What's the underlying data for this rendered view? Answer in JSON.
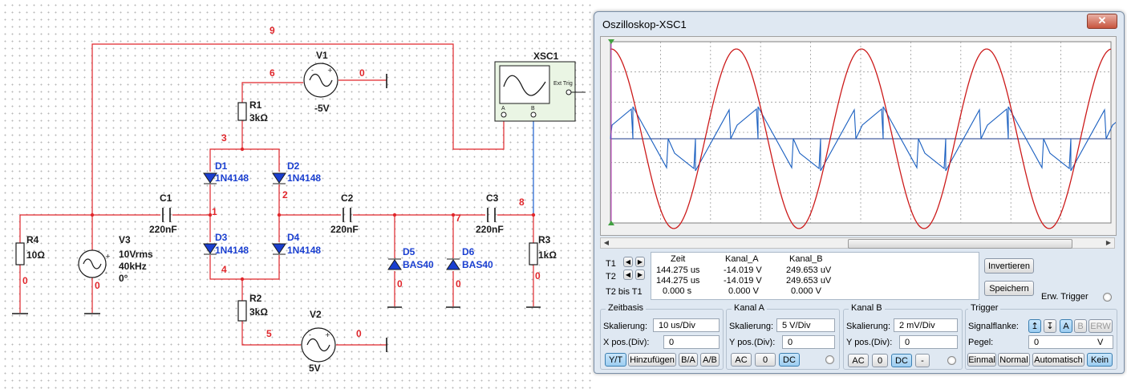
{
  "schematic": {
    "instrument_label": "XSC1",
    "instrument_ext_trig": "Ext Trig",
    "instrument_ch_a": "A",
    "instrument_ch_b": "B",
    "nets": {
      "n9": "9",
      "n6": "6",
      "n0_v1": "0",
      "n3": "3",
      "n2": "2",
      "n1": "1",
      "n7": "7",
      "n8": "8",
      "n4": "4",
      "n5": "5",
      "n0_v2": "0",
      "n0_r4": "0",
      "n0_v3": "0",
      "n0_d5": "0",
      "n0_d6": "0",
      "n0_r3": "0"
    },
    "components": {
      "V1": {
        "name": "V1",
        "value": "-5V"
      },
      "V2": {
        "name": "V2",
        "value": "5V"
      },
      "V3": {
        "name": "V3",
        "v1": "10Vrms",
        "v2": "40kHz",
        "v3": "0°"
      },
      "R1": {
        "name": "R1",
        "value": "3kΩ"
      },
      "R2": {
        "name": "R2",
        "value": "3kΩ"
      },
      "R3": {
        "name": "R3",
        "value": "1kΩ"
      },
      "R4": {
        "name": "R4",
        "value": "10Ω"
      },
      "C1": {
        "name": "C1",
        "value": "220nF"
      },
      "C2": {
        "name": "C2",
        "value": "220nF"
      },
      "C3": {
        "name": "C3",
        "value": "220nF"
      },
      "D1": {
        "name": "D1",
        "value": "1N4148"
      },
      "D2": {
        "name": "D2",
        "value": "1N4148"
      },
      "D3": {
        "name": "D3",
        "value": "1N4148"
      },
      "D4": {
        "name": "D4",
        "value": "1N4148"
      },
      "D5": {
        "name": "D5",
        "value": "BAS40"
      },
      "D6": {
        "name": "D6",
        "value": "BAS40"
      }
    },
    "colors": {
      "wire_red": "#e0262b",
      "wire_blue": "#1a5fd0",
      "component": "#1a1a1a",
      "diode_label": "#1a3fd0"
    }
  },
  "oscilloscope": {
    "title": "Oszilloskop-XSC1",
    "close_icon": "close-icon",
    "screen": {
      "background": "#ffffff",
      "grid": "#9a9a9a",
      "trace_a": "#cc1a1a",
      "trace_b": "#1a5fc0"
    },
    "cursor_table": {
      "headers": [
        "Zeit",
        "Kanal_A",
        "Kanal_B"
      ],
      "rows": [
        {
          "label": "T1",
          "zeit": "144.275 us",
          "a": "-14.019 V",
          "b": "249.653 uV"
        },
        {
          "label": "T2",
          "zeit": "144.275 us",
          "a": "-14.019 V",
          "b": "249.653 uV"
        },
        {
          "label": "T2 bis T1",
          "zeit": "0.000 s",
          "a": "0.000 V",
          "b": "0.000 V"
        }
      ]
    },
    "buttons": {
      "invert": "Invertieren",
      "save": "Speichern",
      "ext_trigger": "Erw. Trigger"
    },
    "zeitbasis": {
      "title": "Zeitbasis",
      "scale_label": "Skalierung:",
      "scale_value": "10 us/Div",
      "xpos_label": "X pos.(Div):",
      "xpos_value": "0",
      "modes": [
        "Y/T",
        "Hinzufügen",
        "B/A",
        "A/B"
      ]
    },
    "kanal_a": {
      "title": "Kanal A",
      "scale_label": "Skalierung:",
      "scale_value": "5  V/Div",
      "ypos_label": "Y pos.(Div):",
      "ypos_value": "0",
      "coupling": [
        "AC",
        "0",
        "DC"
      ]
    },
    "kanal_b": {
      "title": "Kanal B",
      "scale_label": "Skalierung:",
      "scale_value": "2 mV/Div",
      "ypos_label": "Y pos.(Div):",
      "ypos_value": "0",
      "coupling": [
        "AC",
        "0",
        "DC",
        "-"
      ]
    },
    "trigger": {
      "title": "Trigger",
      "edge_label": "Signalflanke:",
      "sources": [
        "A",
        "B",
        "ERW"
      ],
      "level_label": "Pegel:",
      "level_value": "0",
      "level_unit": "V",
      "modes": [
        "Einmal",
        "Normal",
        "Automatisch",
        "Kein"
      ]
    }
  }
}
